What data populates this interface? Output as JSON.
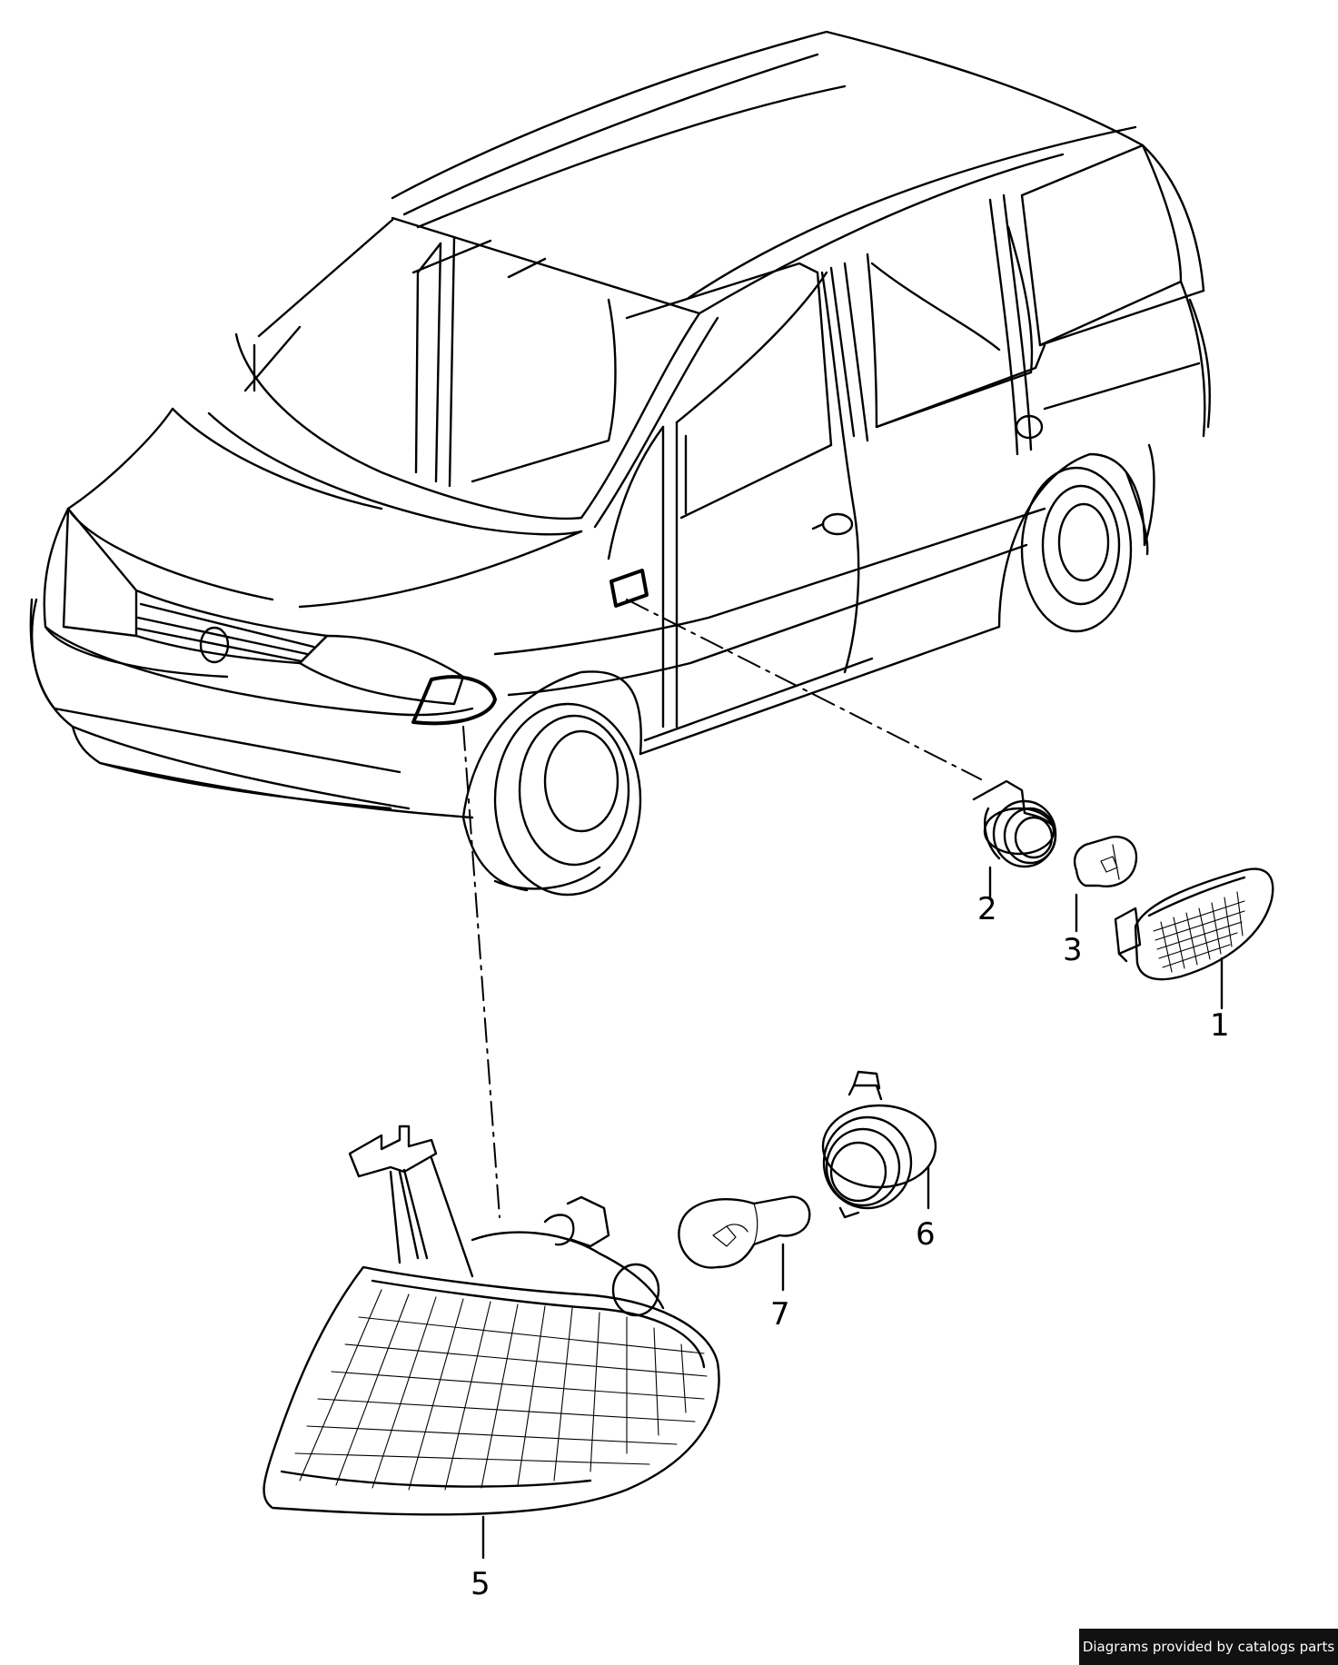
{
  "diagram": {
    "callouts": [
      {
        "id": "1",
        "label": "1"
      },
      {
        "id": "2",
        "label": "2"
      },
      {
        "id": "3",
        "label": "3"
      },
      {
        "id": "5",
        "label": "5"
      },
      {
        "id": "6",
        "label": "6"
      },
      {
        "id": "7",
        "label": "7"
      }
    ]
  },
  "credit": {
    "text": "Diagrams provided by catalogs parts",
    "background": "#111111",
    "color": "#ffffff"
  },
  "colors": {
    "line": "#000000",
    "background": "#ffffff"
  }
}
